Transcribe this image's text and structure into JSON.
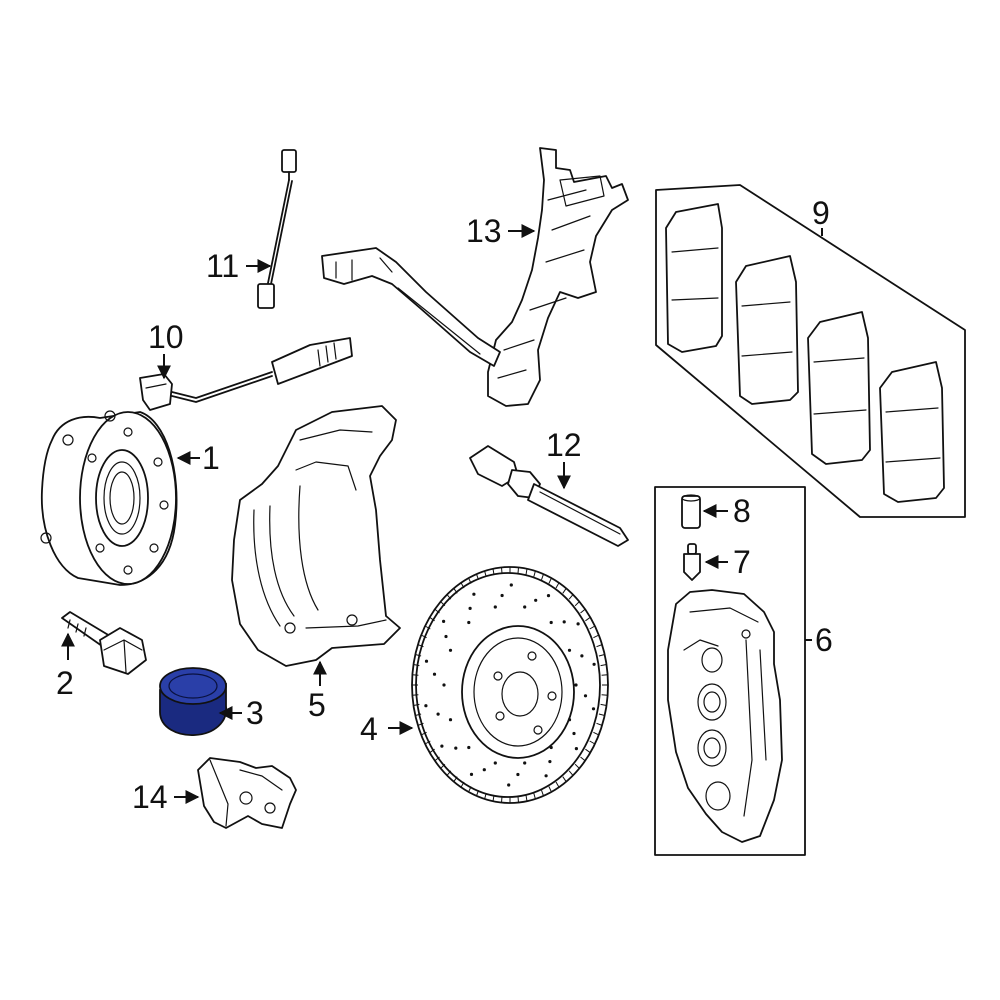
{
  "diagram": {
    "callouts": [
      {
        "id": "1",
        "text": "1"
      },
      {
        "id": "2",
        "text": "2"
      },
      {
        "id": "3",
        "text": "3",
        "highlighted": true
      },
      {
        "id": "4",
        "text": "4"
      },
      {
        "id": "5",
        "text": "5"
      },
      {
        "id": "6",
        "text": "6"
      },
      {
        "id": "7",
        "text": "7"
      },
      {
        "id": "8",
        "text": "8"
      },
      {
        "id": "9",
        "text": "9"
      },
      {
        "id": "10",
        "text": "10"
      },
      {
        "id": "11",
        "text": "11"
      },
      {
        "id": "12",
        "text": "12"
      },
      {
        "id": "13",
        "text": "13"
      },
      {
        "id": "14",
        "text": "14"
      }
    ]
  },
  "colors": {
    "highlight": "#2a3fa8",
    "highlight_dark": "#1a2a80",
    "line": "#111111",
    "background": "#ffffff"
  }
}
